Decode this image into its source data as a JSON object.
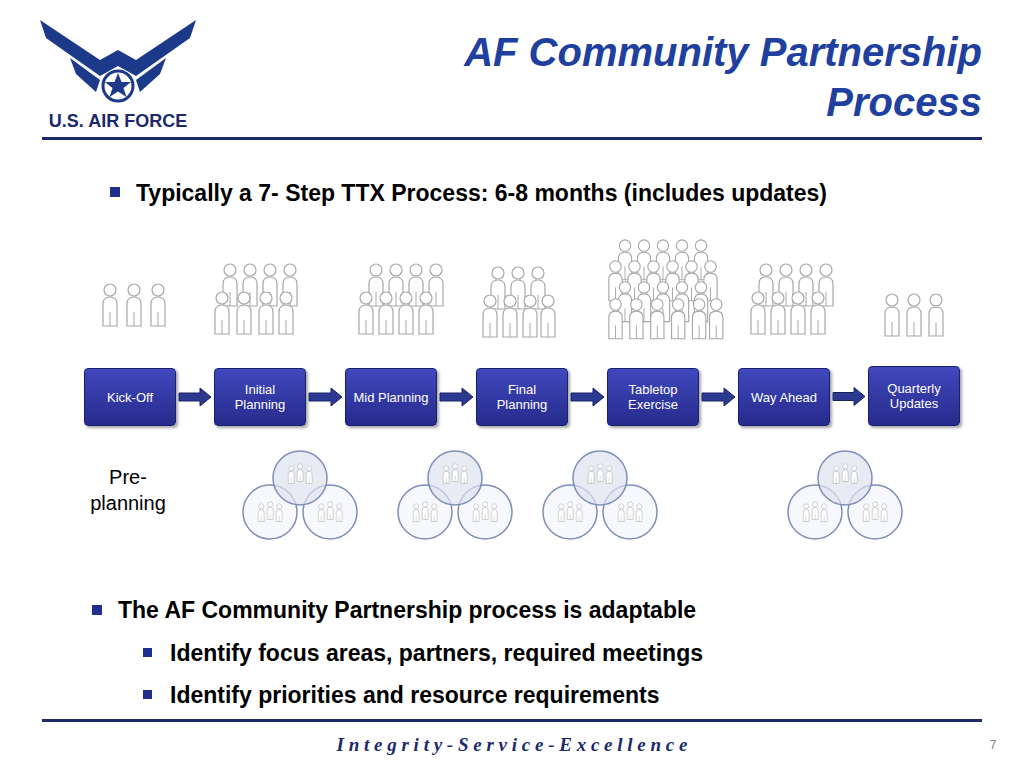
{
  "diagram": {
    "title": "AF Community Partnership Process",
    "nodes": [
      {
        "text": [
          "Kick-Off"
        ]
      },
      {
        "text": [
          "Initial Planning"
        ]
      },
      {
        "text": [
          "Mid Planning"
        ]
      },
      {
        "text": [
          "Final Planning"
        ]
      },
      {
        "text": [
          "Tabletop Exercise"
        ]
      },
      {
        "text": [
          "Way Ahead"
        ]
      },
      {
        "text": [
          "Quarterly Updates"
        ]
      }
    ],
    "edges": [
      {
        "from": 0,
        "to": 1,
        "arrow": "to"
      },
      {
        "from": 1,
        "to": 2,
        "arrow": "to"
      },
      {
        "from": 2,
        "to": 3,
        "arrow": "to"
      },
      {
        "from": 3,
        "to": 4,
        "arrow": "to"
      },
      {
        "from": 4,
        "to": 5,
        "arrow": "to"
      },
      {
        "from": 5,
        "to": 6,
        "arrow": "to"
      }
    ],
    "labels": [
      "U.S. AIR FORCE",
      "Typically a 7- Step TTX Process: 6-8 months (includes updates)",
      "Pre- planning",
      "The AF Community Partnership process is adaptable",
      "Identify focus areas, partners, required meetings",
      "Identify priorities and resource requirements",
      "I n t e g r i t y - S e r v i c e - E x c e l l e n c e",
      "7"
    ]
  }
}
